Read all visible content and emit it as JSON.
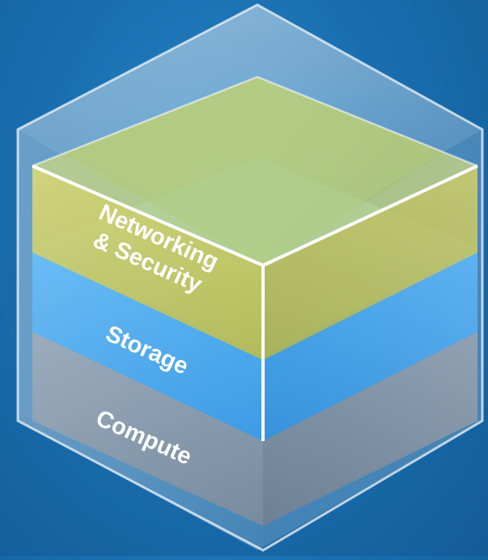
{
  "layers": [
    {
      "id": "networking",
      "lines": [
        "Networking",
        "& Security"
      ],
      "color": "#c7c84a"
    },
    {
      "id": "storage",
      "lines": [
        "Storage"
      ],
      "color": "#3aa0ee"
    },
    {
      "id": "compute",
      "lines": [
        "Compute"
      ],
      "color": "#7a8fa3"
    }
  ],
  "colors": {
    "background": "#1a6fb0",
    "glass_edge": "#ffffff",
    "glass_fill": "#dfe6ee"
  }
}
